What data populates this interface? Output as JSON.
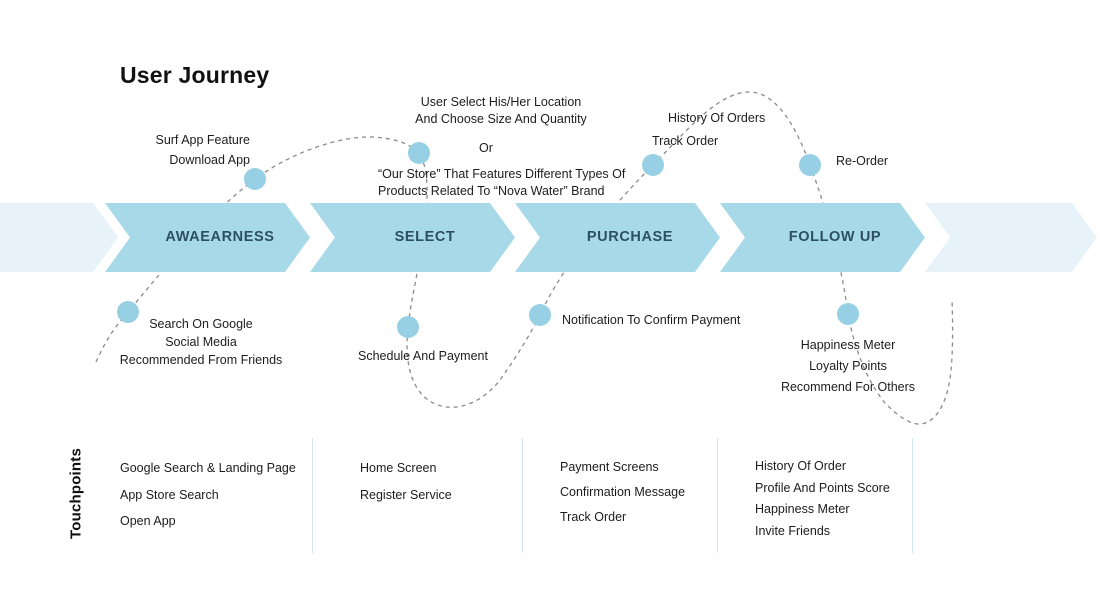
{
  "title": "User Journey",
  "stages": [
    "AWAEARNESS",
    "SELECT",
    "PURCHASE",
    "FOLLOW UP"
  ],
  "annotations": {
    "surf": [
      "Surf App Feature",
      "Download App"
    ],
    "select_top": [
      "User Select His/Her Location",
      "And Choose Size And Quantity"
    ],
    "or": "Or",
    "our_store": [
      "“Our Store” That Features Different Types Of",
      "Products Related To “Nova Water” Brand"
    ],
    "history_of_orders": "History Of Orders",
    "track_order": "Track Order",
    "re_order": "Re-Order",
    "awareness_bottom": [
      "Search On Google",
      "Social Media",
      "Recommended From Friends"
    ],
    "schedule": "Schedule And Payment",
    "notification": "Notification To Confirm Payment",
    "followup_bottom": [
      "Happiness Meter",
      "Loyalty Points",
      "Recommend For Others"
    ]
  },
  "touchpoints": {
    "label": "Touchpoints",
    "columns": [
      [
        "Google Search & Landing Page",
        "App Store Search",
        "Open App"
      ],
      [
        "Home Screen",
        "Register Service"
      ],
      [
        "Payment Screens",
        "Confirmation Message",
        "Track Order"
      ],
      [
        "History Of Order",
        "Profile And Points Score",
        "Happiness Meter",
        "Invite Friends"
      ]
    ]
  },
  "colors": {
    "chevron": "#a7d9e8",
    "chevron_pale": "#e7f3f9",
    "dot": "#97d0e4",
    "dash": "#8a8a8a",
    "stage_text": "#2c4f63",
    "divider": "#d3e7f2"
  }
}
